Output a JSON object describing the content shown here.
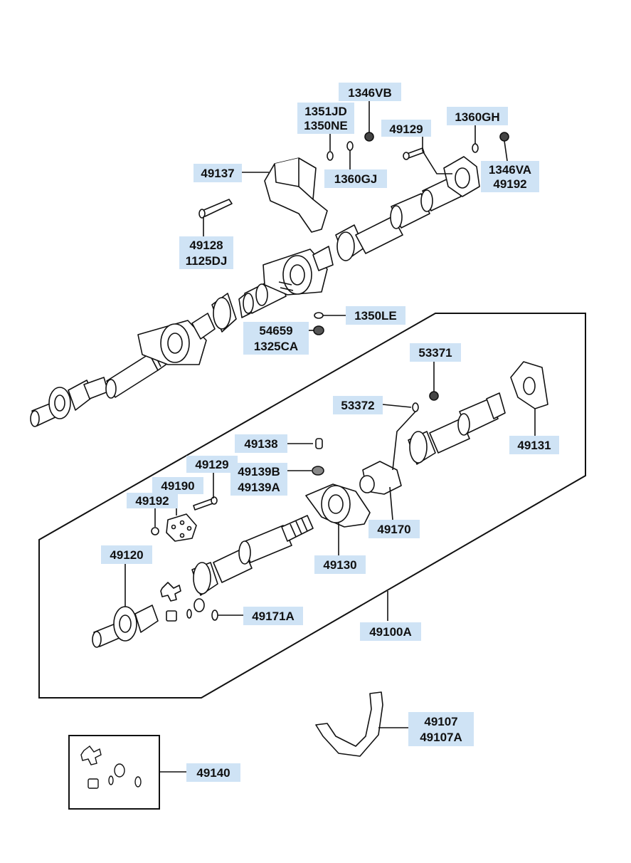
{
  "diagram": {
    "label_fill": "#cfe3f5",
    "stroke": "#111111",
    "labels": {
      "l1346VB": "1346VB",
      "l1351JD": "1351JD",
      "l1350NE": "1350NE",
      "l49129a": "49129",
      "l1360GH": "1360GH",
      "l49137": "49137",
      "l1360GJ": "1360GJ",
      "l1346VA": "1346VA",
      "l49192a": "49192",
      "l49128": "49128",
      "l1125DJ": "1125DJ",
      "l1350LE": "1350LE",
      "l54659": "54659",
      "l1325CA": "1325CA",
      "l53371": "53371",
      "l53372": "53372",
      "l49131": "49131",
      "l49138": "49138",
      "l49129b": "49129",
      "l49139B": "49139B",
      "l49139A": "49139A",
      "l49190": "49190",
      "l49192b": "49192",
      "l49170": "49170",
      "l49120": "49120",
      "l49130": "49130",
      "l49171A": "49171A",
      "l49100A": "49100A",
      "l49107": "49107",
      "l49107A": "49107A",
      "l49140": "49140"
    }
  }
}
